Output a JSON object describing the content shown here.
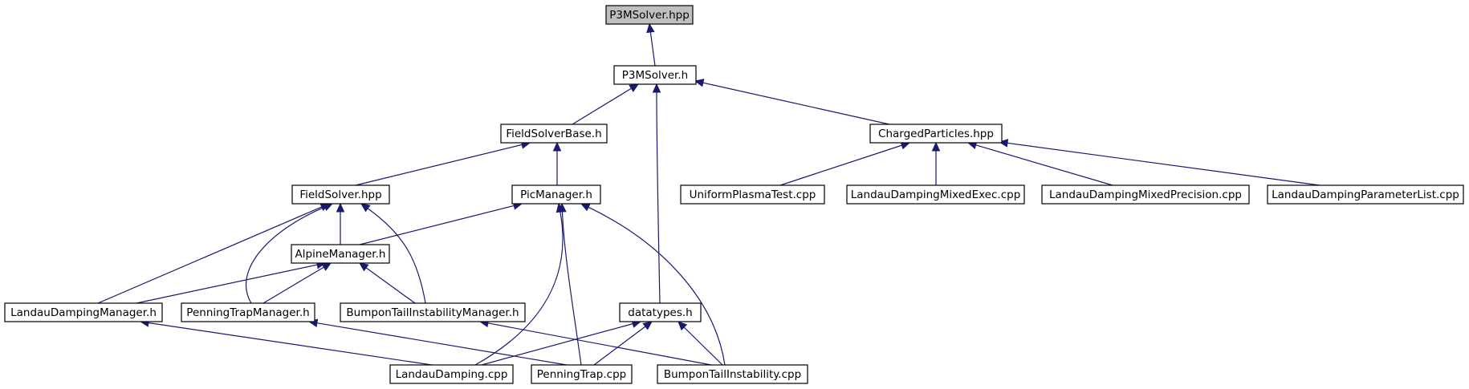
{
  "graph": {
    "colors": {
      "edge": "#191970",
      "root_fill": "#bfbfbf",
      "node_fill": "#ffffff",
      "node_border": "#000000"
    },
    "nodes": [
      {
        "id": "p3msolver_hpp",
        "label": "P3MSolver.hpp",
        "root": true
      },
      {
        "id": "p3msolver_h",
        "label": "P3MSolver.h"
      },
      {
        "id": "fieldsolverbase_h",
        "label": "FieldSolverBase.h"
      },
      {
        "id": "chargedparticles_hpp",
        "label": "ChargedParticles.hpp"
      },
      {
        "id": "fieldsolver_hpp",
        "label": "FieldSolver.hpp"
      },
      {
        "id": "picmanager_h",
        "label": "PicManager.h"
      },
      {
        "id": "uniformplasmatest_cpp",
        "label": "UniformPlasmaTest.cpp"
      },
      {
        "id": "landaudampingmixedexec_cpp",
        "label": "LandauDampingMixedExec.cpp"
      },
      {
        "id": "landaudampingmixedprecision_cpp",
        "label": "LandauDampingMixedPrecision.cpp"
      },
      {
        "id": "landaudampingparameterlist_cpp",
        "label": "LandauDampingParameterList.cpp"
      },
      {
        "id": "alpinemanager_h",
        "label": "AlpineManager.h"
      },
      {
        "id": "landaudampingmanager_h",
        "label": "LandauDampingManager.h"
      },
      {
        "id": "penningtrapmanager_h",
        "label": "PenningTrapManager.h"
      },
      {
        "id": "bumpontailinstabilitymanager_h",
        "label": "BumponTailInstabilityManager.h"
      },
      {
        "id": "datatypes_h",
        "label": "datatypes.h"
      },
      {
        "id": "landaudamping_cpp",
        "label": "LandauDamping.cpp"
      },
      {
        "id": "penningtrap_cpp",
        "label": "PenningTrap.cpp"
      },
      {
        "id": "bumpontailinstability_cpp",
        "label": "BumponTailInstability.cpp"
      }
    ]
  }
}
